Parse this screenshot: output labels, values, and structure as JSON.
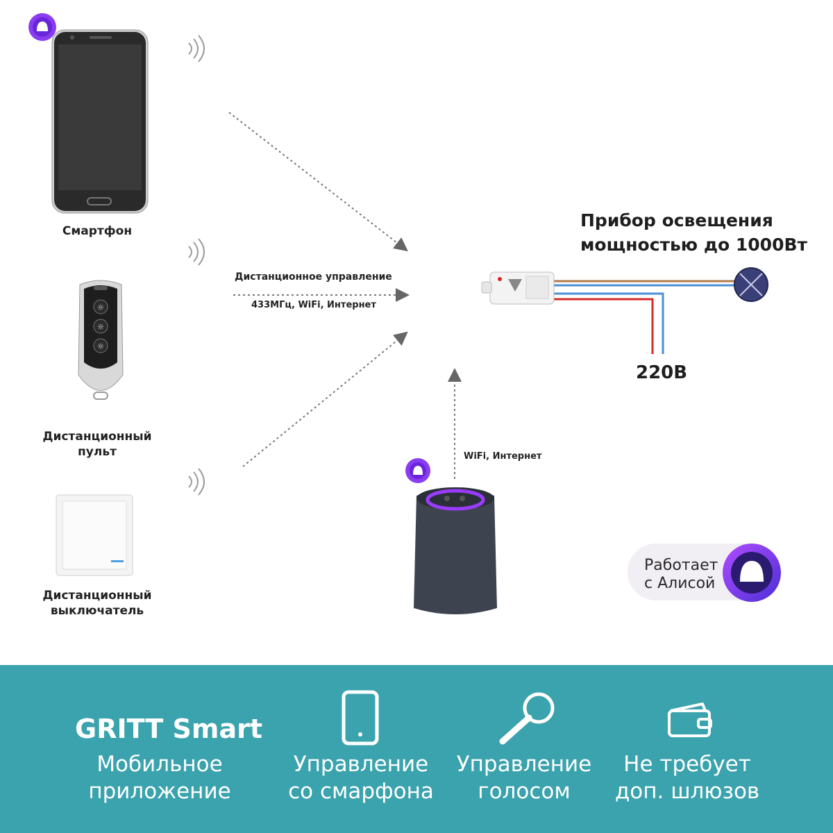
{
  "diagram": {
    "devices": {
      "smartphone": {
        "label": "Смартфон"
      },
      "remote": {
        "label_line1": "Дистанционный",
        "label_line2": "пульт"
      },
      "wall_switch": {
        "label_line1": "Дистанционный",
        "label_line2": "выключатель"
      }
    },
    "control_link": {
      "line1": "Дистанционное управление",
      "line2": "433МГц, WiFi, Интернет"
    },
    "speaker_link": {
      "label": "WiFi, Интернет"
    },
    "lamp": {
      "title_line1": "Прибор освещения",
      "title_line2": "мощностью до 1000Вт"
    },
    "power": {
      "label": "220В"
    },
    "alice_badge": {
      "line1": "Работает",
      "line2": "с Алисой"
    }
  },
  "features": {
    "brand": "GRITT Smart",
    "app_line1": "Мобильное",
    "app_line2": "приложение",
    "items": [
      {
        "icon": "smartphone-icon",
        "line1": "Управление",
        "line2": "со смарфона"
      },
      {
        "icon": "microphone-icon",
        "line1": "Управление",
        "line2": "голосом"
      },
      {
        "icon": "wallet-icon",
        "line1": "Не требует",
        "line2": "доп. шлюзов"
      }
    ]
  },
  "colors": {
    "band": "#3ba3ad",
    "alice_purple": "#8a3df0",
    "wire_brown": "#b07a4c",
    "wire_blue": "#4a8fd8",
    "wire_red": "#d62828"
  }
}
